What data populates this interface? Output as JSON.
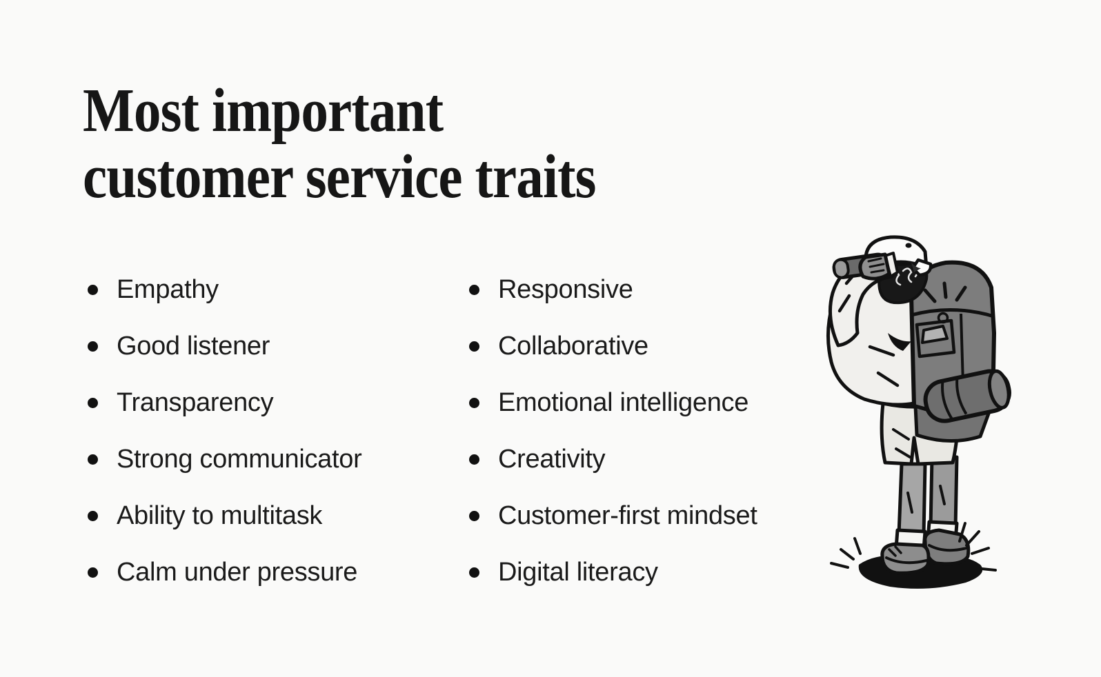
{
  "page": {
    "background_color": "#fafaf9",
    "text_color": "#1a1a1a"
  },
  "title": {
    "line1": "Most important",
    "line2": "customer service traits",
    "color": "#161616"
  },
  "lists": {
    "left": [
      "Empathy",
      "Good listener",
      "Transparency",
      "Strong communicator",
      "Ability to multitask",
      "Calm under pressure"
    ],
    "right": [
      "Responsive",
      "Collaborative",
      "Emotional intelligence",
      "Creativity",
      "Customer-first mindset",
      "Digital literacy"
    ]
  },
  "bullet": {
    "shape": "filled-circle",
    "color": "#111111"
  },
  "illustration": {
    "name": "hiker-looking-through-binoculars",
    "style": "grayscale cartoon, hiker with large backpack and sleeping-bag roll, white cap, binoculars, standing on grass tuft",
    "colors": {
      "outline": "#111111",
      "backpack": "#7d7d7d",
      "sleeping_roll": "#6e6e6e",
      "jacket": "#f1f0ed",
      "shorts": "#e9e8e3",
      "legs": "#a0a0a0",
      "boots": "#8d8d8d",
      "cap": "#fcfcfb",
      "grass": "#111111"
    }
  }
}
